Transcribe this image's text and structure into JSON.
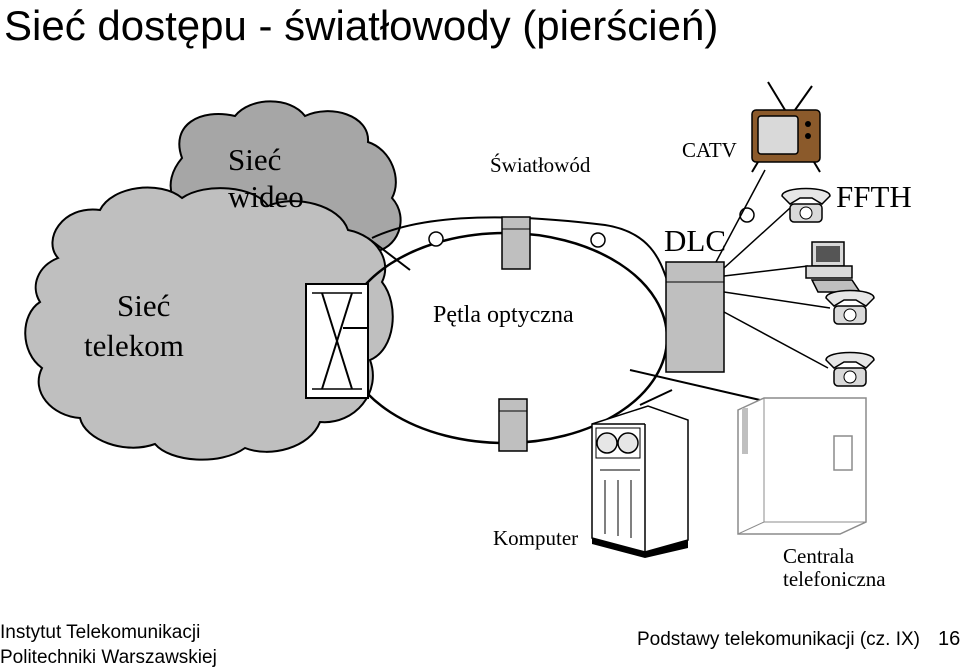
{
  "slide": {
    "title": "Sieć dostępu - światłowody (pierścień)"
  },
  "diagram": {
    "cloud_video_line1": "Sieć",
    "cloud_video_line2": "wideo",
    "cloud_telecom_line1": "Sieć",
    "cloud_telecom_line2": "telekom",
    "fiber_label": "Światłowód",
    "catv_label": "CATV",
    "dlc_label": "DLC",
    "ffth_label": "FFTH",
    "loop_label": "Pętla optyczna",
    "computer_label": "Komputer",
    "exchange_line1": "Centrala",
    "exchange_line2": "telefoniczna"
  },
  "footer": {
    "institute_line1": "Instytut Telekomunikacji",
    "institute_line2": "Politechniki Warszawskiej",
    "course": "Podstawy telekomunikacji (cz. IX)",
    "page_number": "16"
  },
  "icons": [
    "tv-icon",
    "telephone-icon",
    "pc-icon",
    "mainframe-icon",
    "exchange-cabinet-icon",
    "crossconnect-icon"
  ]
}
